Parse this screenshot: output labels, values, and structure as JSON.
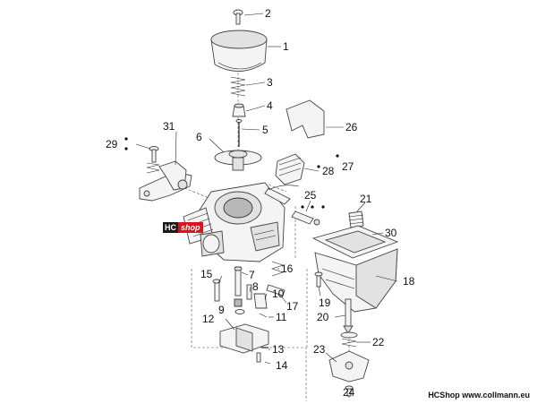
{
  "callouts": [
    "1",
    "2",
    "3",
    "4",
    "5",
    "6",
    "7",
    "8",
    "9",
    "10",
    "11",
    "12",
    "13",
    "14",
    "15",
    "16",
    "17",
    "18",
    "19",
    "20",
    "21",
    "22",
    "23",
    "24",
    "25",
    "26",
    "27",
    "28",
    "29",
    "30",
    "31"
  ],
  "watermark": {
    "brand_left": "HC",
    "brand_right": "shop"
  },
  "footer_text": "HCShop www.collmann.eu"
}
